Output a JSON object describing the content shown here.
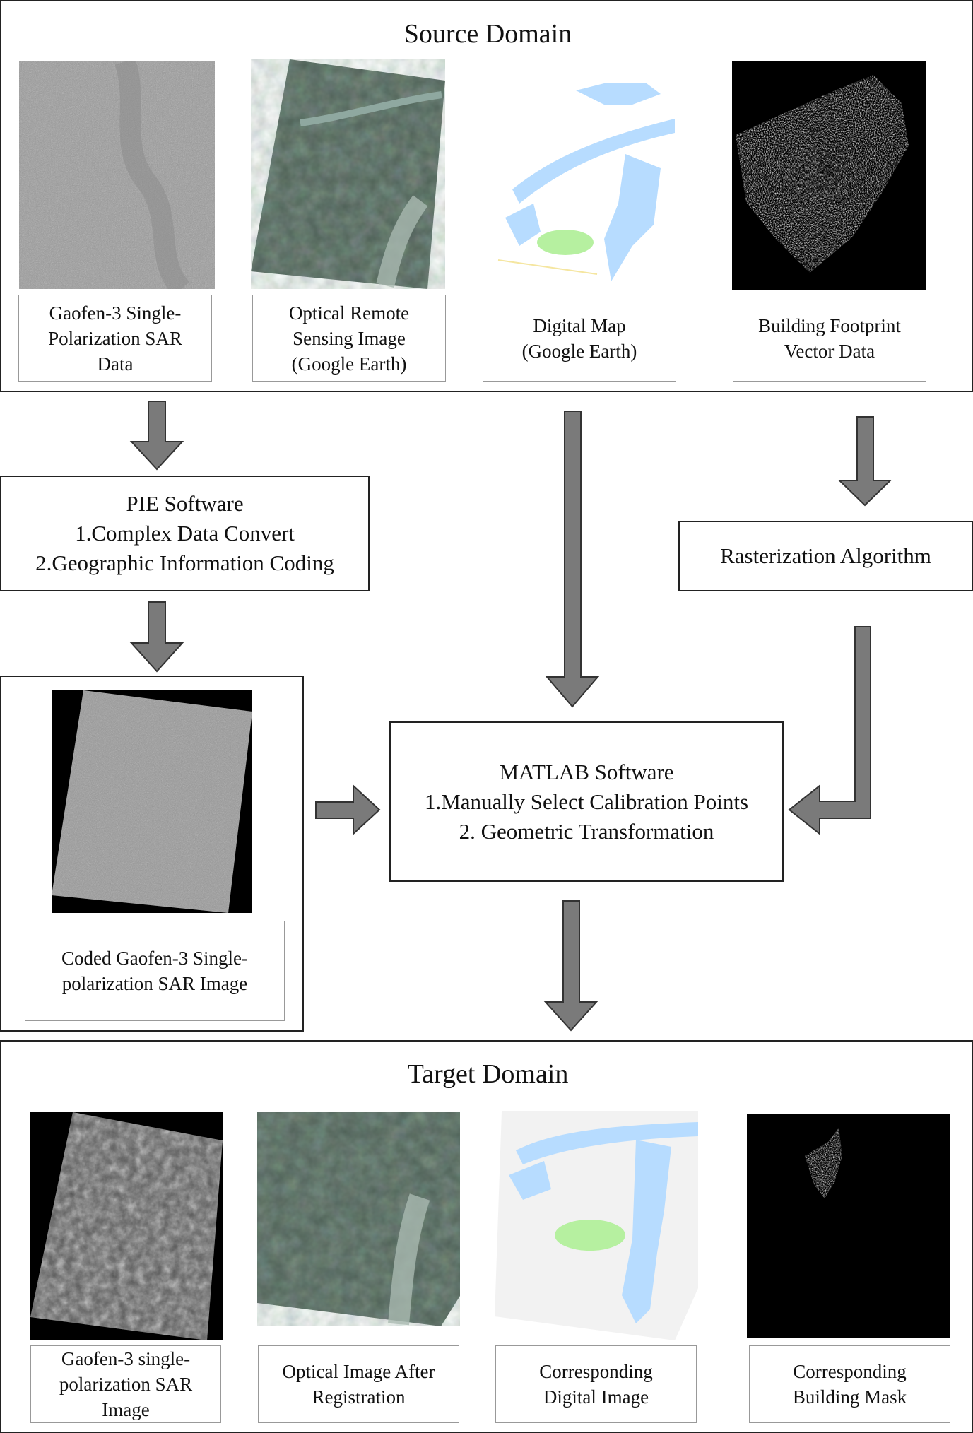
{
  "source_domain": {
    "title": "Source Domain",
    "items": [
      {
        "caption": "Gaofen-3 Single-\nPolarization SAR\nData"
      },
      {
        "caption": "Optical Remote\nSensing Image\n(Google Earth)"
      },
      {
        "caption": "Digital Map\n(Google Earth)"
      },
      {
        "caption": "Building Footprint\nVector Data"
      }
    ]
  },
  "pie_box": {
    "text": "PIE Software\n1.Complex Data Convert\n2.Geographic Information Coding"
  },
  "raster_box": {
    "text": "Rasterization Algorithm"
  },
  "coded_panel": {
    "caption": "Coded Gaofen-3 Single-\npolarization SAR Image"
  },
  "matlab_box": {
    "text": "MATLAB Software\n1.Manually Select  Calibration Points\n2. Geometric Transformation"
  },
  "target_domain": {
    "title": "Target Domain",
    "items": [
      {
        "caption": "Gaofen-3 single-\npolarization SAR\nImage"
      },
      {
        "caption": "Optical Image After\nRegistration"
      },
      {
        "caption": "Corresponding\nDigital Image"
      },
      {
        "caption": "Corresponding\nBuilding Mask"
      }
    ]
  },
  "colors": {
    "arrow": "#7a7a7a",
    "water": "#b7dcff",
    "park": "#b6f0a0",
    "sar": "#9a9a9a",
    "optical": "#4d5f55"
  }
}
